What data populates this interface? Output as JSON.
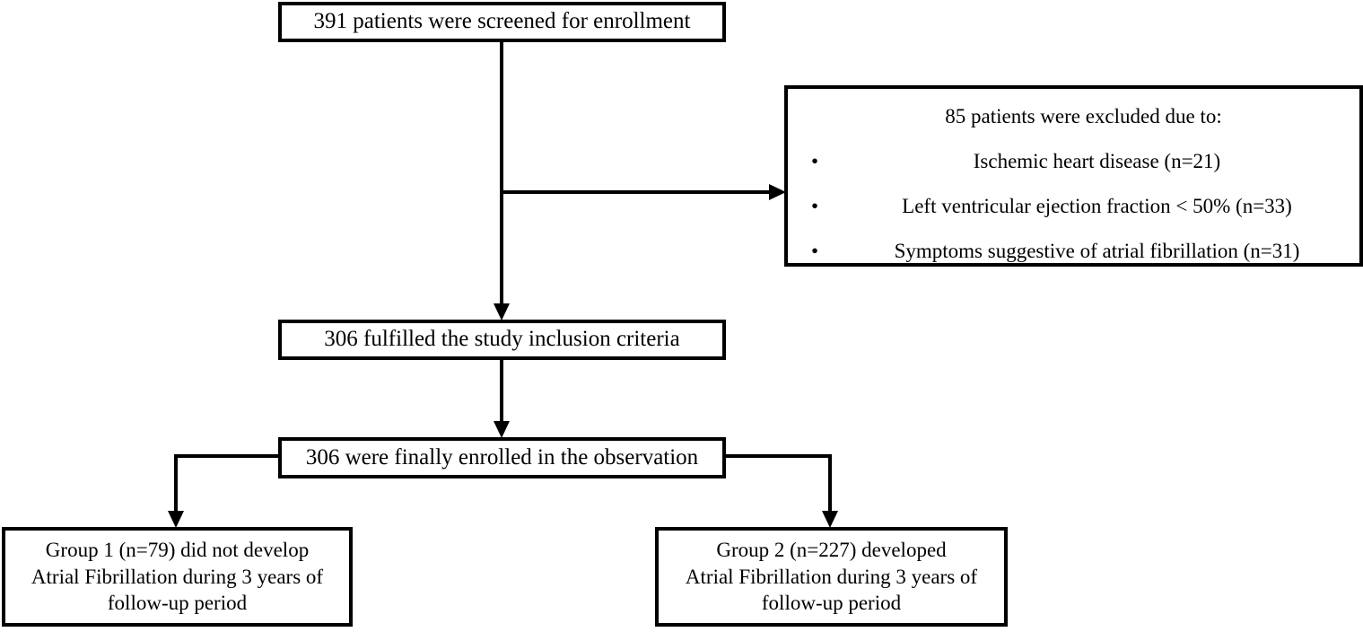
{
  "figure": {
    "type": "flowchart",
    "kind": "study-enrollment-flow-diagram",
    "colors": {
      "stroke": "#000000",
      "fill": "#ffffff",
      "text": "#000000"
    }
  },
  "nodes": {
    "screened": {
      "text": "391 patients were screened for enrollment",
      "count": 391
    },
    "excluded": {
      "title": "85 patients were excluded due to:",
      "count": 85,
      "bullet_glyph": "•",
      "reasons": [
        {
          "label": "Ischemic heart disease (n=21)",
          "n": 21
        },
        {
          "label": "Left ventricular ejection fraction < 50% (n=33)",
          "n": 33
        },
        {
          "label": "Symptoms suggestive of atrial fibrillation  (n=31)",
          "n": 31
        }
      ]
    },
    "included": {
      "text": "306 fulfilled  the study inclusion  criteria",
      "count": 306
    },
    "enrolled": {
      "text": "306 were finally  enrolled  in the observation",
      "count": 306
    },
    "group1": {
      "text": "Group 1 (n=79)  did not develop\nAtrial Fibrillation  during 3 years of\nfollow-up period",
      "n": 79
    },
    "group2": {
      "text": "Group 2 (n=227) developed\nAtrial Fibrillation  during 3 years of\nfollow-up period",
      "n": 227
    }
  },
  "connectors": [
    {
      "name": "screened-to-included",
      "style": "vertical-arrow"
    },
    {
      "name": "screened-to-excluded",
      "style": "horizontal-arrow"
    },
    {
      "name": "included-to-enrolled",
      "style": "vertical-arrow"
    },
    {
      "name": "enrolled-to-group1",
      "style": "elbow-arrow"
    },
    {
      "name": "enrolled-to-group2",
      "style": "elbow-arrow"
    }
  ]
}
